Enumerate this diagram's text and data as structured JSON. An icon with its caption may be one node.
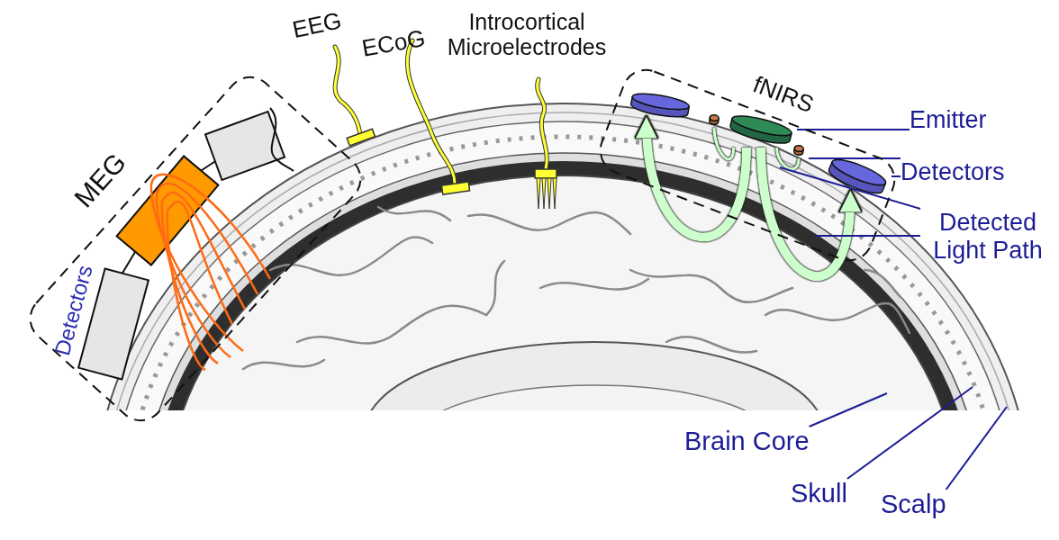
{
  "diagram": {
    "nodes": [
      {
        "text": [
          "MEG"
        ]
      },
      {
        "text": [
          "fNIRS"
        ]
      },
      {
        "text": [],
        "shape": "cylinder",
        "in": 1
      },
      {
        "text": [],
        "shape": "cylinder",
        "in": 1
      },
      {
        "text": [],
        "shape": "cylinder",
        "in": 1
      },
      {
        "text": [],
        "shape": "cylinder",
        "in": 1
      },
      {
        "text": [],
        "shape": "cylinder",
        "in": 1
      },
      {
        "text": [
          "Emitter"
        ]
      },
      {
        "text": [
          "Detectors"
        ]
      },
      {
        "text": [
          "Detected Light Path"
        ]
      },
      {
        "text": [
          "Brain Core"
        ]
      },
      {
        "text": [
          "Skull"
        ]
      },
      {
        "text": [
          "Scalp"
        ]
      }
    ],
    "edges": [
      {
        "from": 4,
        "to": 2,
        "arrow": "to",
        "style": "thick",
        "color": "#ccffcc"
      },
      {
        "from": 3,
        "to": 4,
        "arrow": "none",
        "color": "#ccffcc"
      },
      {
        "from": 4,
        "to": 5,
        "arrow": "none",
        "color": "#ccffcc"
      },
      {
        "from": 4,
        "to": 6,
        "arrow": "to",
        "style": "thick",
        "color": "#ccffcc"
      },
      {
        "from": 7,
        "to": 4,
        "arrow": "none"
      },
      {
        "from": 8,
        "to": 5,
        "arrow": "none"
      },
      {
        "from": 8,
        "to": 6,
        "arrow": "none"
      },
      {
        "from": 9,
        "to": null,
        "arrow": "none"
      },
      {
        "from": 9,
        "to": null,
        "arrow": "none"
      },
      {
        "from": 10,
        "to": null,
        "arrow": "none"
      },
      {
        "from": 11,
        "to": null,
        "arrow": "none"
      },
      {
        "from": 12,
        "to": null,
        "arrow": "none"
      }
    ],
    "labels": [
      "Detectors",
      "EEG",
      "ECoG",
      "Introcortical Microelectrodes"
    ]
  }
}
